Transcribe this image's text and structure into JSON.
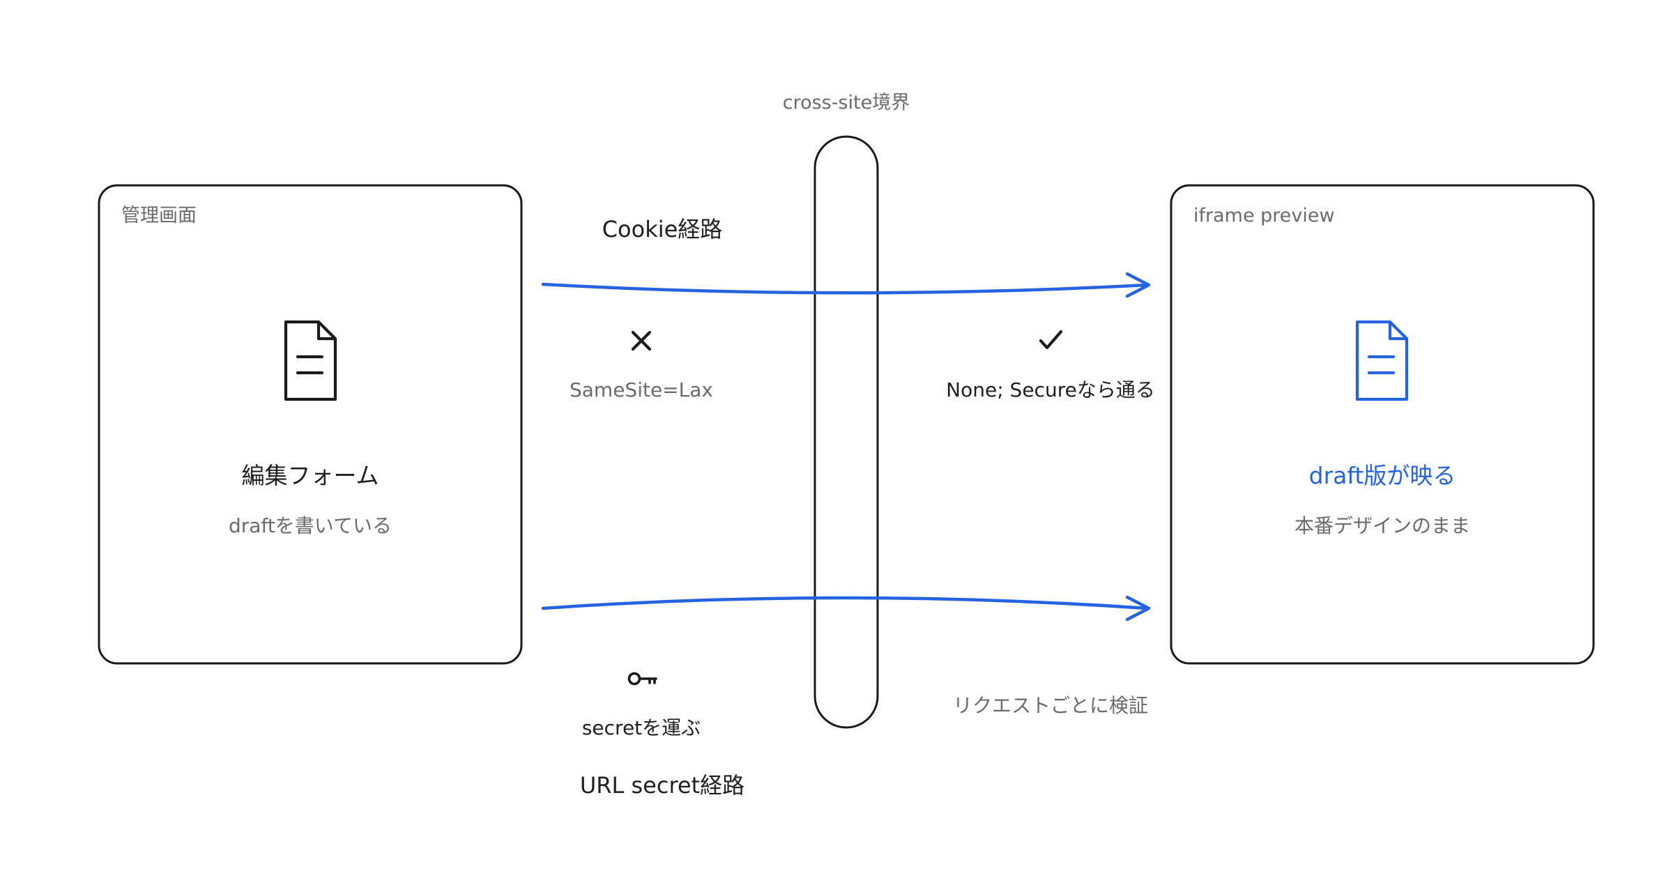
{
  "boundary": {
    "label": "cross-site境界"
  },
  "left_panel": {
    "label": "管理画面",
    "title": "編集フォーム",
    "subtitle": "draftを書いている",
    "icon": "document-icon"
  },
  "right_panel": {
    "label": "iframe preview",
    "title": "draft版が映る",
    "subtitle": "本番デザインのまま",
    "icon": "document-icon",
    "accent_color": "#2563e0"
  },
  "cookie_route": {
    "label": "Cookie経路",
    "blocked_icon": "cross-icon",
    "blocked_text": "SameSite=Lax",
    "allowed_icon": "check-icon",
    "allowed_text": "None; Secureなら通る"
  },
  "url_route": {
    "label": "URL secret経路",
    "key_icon": "key-icon",
    "carry_text": "secretを運ぶ",
    "verify_text": "リクエストごとに検証"
  },
  "colors": {
    "flow": "#2563e0",
    "outline": "#1a1a1a",
    "muted_text": "#6b6b6b"
  }
}
